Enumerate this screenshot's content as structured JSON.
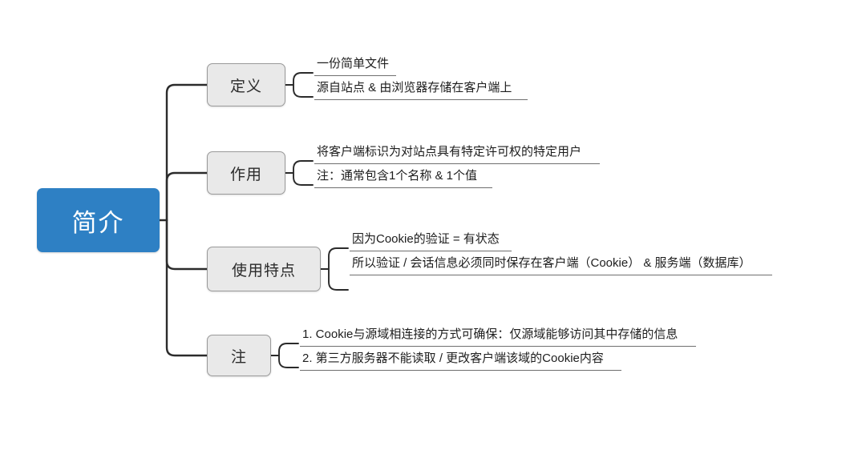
{
  "diagram": {
    "type": "mind-map",
    "title": "简介",
    "colors": {
      "root_fill": "#2e80c4",
      "root_text": "#ffffff",
      "branch_fill": "#e9e9e9",
      "branch_border": "#9a9a9a",
      "branch_text": "#2b2b2b",
      "connector": "#2b2b2b",
      "leaf_underline": "#6f6f6f",
      "background": "#ffffff"
    },
    "root": {
      "label": "简介"
    },
    "branches": [
      {
        "label": "定义",
        "leaves": [
          {
            "text": "一份简单文件"
          },
          {
            "text": "源自站点 & 由浏览器存储在客户端上"
          }
        ]
      },
      {
        "label": "作用",
        "leaves": [
          {
            "text": "将客户端标识为对站点具有特定许可权的特定用户"
          },
          {
            "text": "注：通常包含1个名称 & 1个值"
          }
        ]
      },
      {
        "label": "使用特点",
        "leaves": [
          {
            "text": "因为Cookie的验证 = 有状态"
          },
          {
            "text": "所以验证 / 会话信息必须同时保存在客户端（Cookie） & 服务端（数据库）"
          }
        ]
      },
      {
        "label": "注",
        "leaves": [
          {
            "text": "1. Cookie与源域相连接的方式可确保：仅源域能够访问其中存储的信息"
          },
          {
            "text": "2. 第三方服务器不能读取 / 更改客户端该域的Cookie内容"
          }
        ]
      }
    ]
  }
}
